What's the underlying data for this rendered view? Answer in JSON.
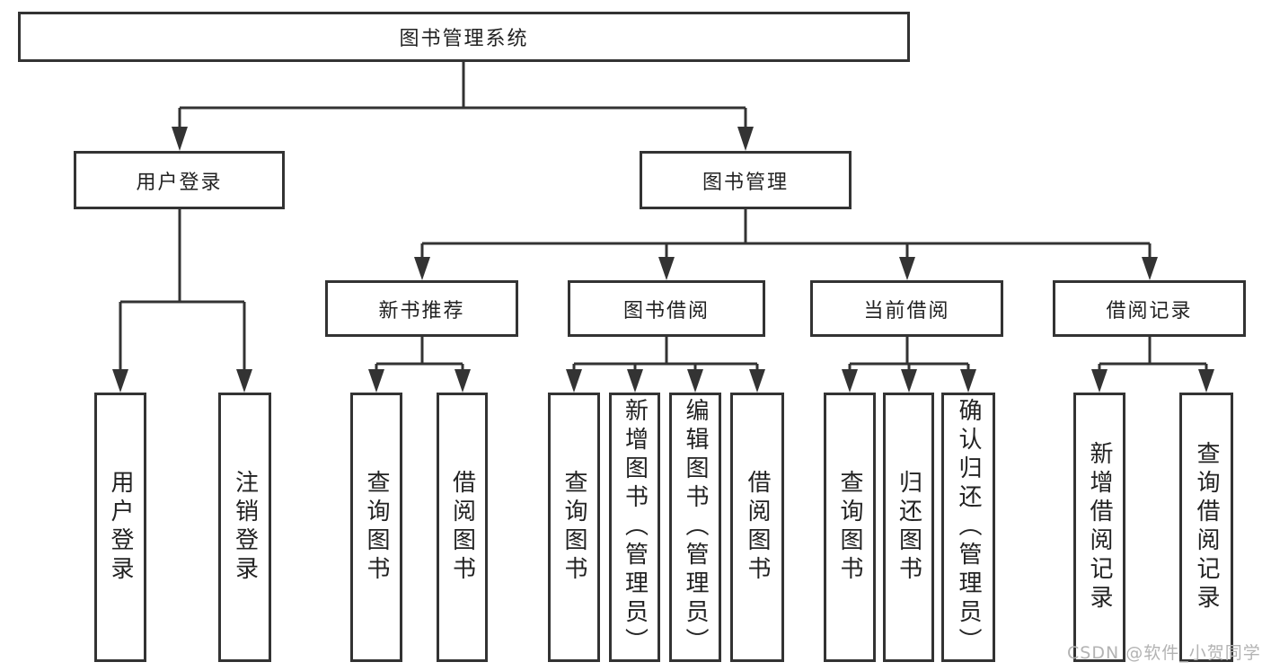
{
  "diagram": {
    "root": "图书管理系统",
    "user_login": {
      "label": "用户登录",
      "children": {
        "login": "用户登录",
        "logout": "注销登录"
      }
    },
    "book_mgmt": {
      "label": "图书管理",
      "new_book": {
        "label": "新书推荐",
        "children": {
          "query": "查询图书",
          "borrow": "借阅图书"
        }
      },
      "borrowing": {
        "label": "图书借阅",
        "children": {
          "query": "查询图书",
          "add": "新增图书（管理员）",
          "edit": "编辑图书（管理员）",
          "borrow": "借阅图书"
        }
      },
      "current": {
        "label": "当前借阅",
        "children": {
          "query": "查询图书",
          "return": "归还图书",
          "confirm": "确认归还（管理员）"
        }
      },
      "records": {
        "label": "借阅记录",
        "children": {
          "add": "新增借阅记录",
          "query": "查询借阅记录"
        }
      }
    }
  },
  "watermark": "CSDN @软件_小贺同学",
  "colors": {
    "line": "#333333",
    "box_border": "#333333",
    "text": "#222222",
    "watermark": "#b3b3b3",
    "background": "#ffffff"
  }
}
